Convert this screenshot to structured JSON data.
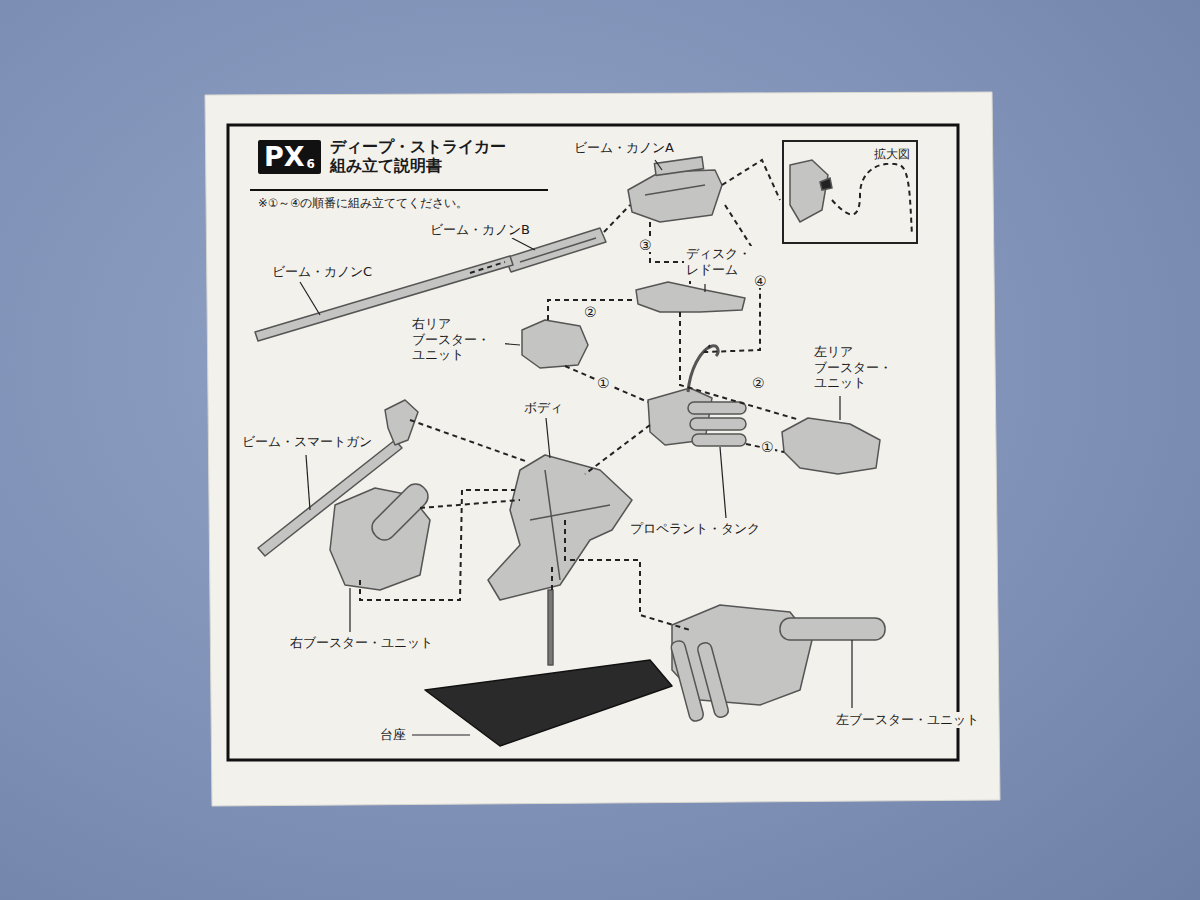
{
  "diagram": {
    "title": "ディープ・ストライカー 組み立て説明書",
    "nodes": [
      {
        "text": [
          "PX",
          "6"
        ]
      },
      {
        "text": [
          "拡大図"
        ]
      }
    ],
    "labels": [
      "※①～④の順番に組み立ててください。",
      "ビーム・カノンA",
      "ビーム・カノンB",
      "ビーム・カノンC",
      "ディスク・ レドーム",
      "③",
      "④",
      "右リア ブースター・ ユニット",
      "②",
      "②",
      "左リア ブースター・ ユニット",
      "①",
      "①",
      "ボディ",
      "ビーム・スマートガン",
      "プロペラント・タンク",
      "右ブースター・ユニット",
      "台座",
      "左ブースター・ユニット"
    ]
  }
}
